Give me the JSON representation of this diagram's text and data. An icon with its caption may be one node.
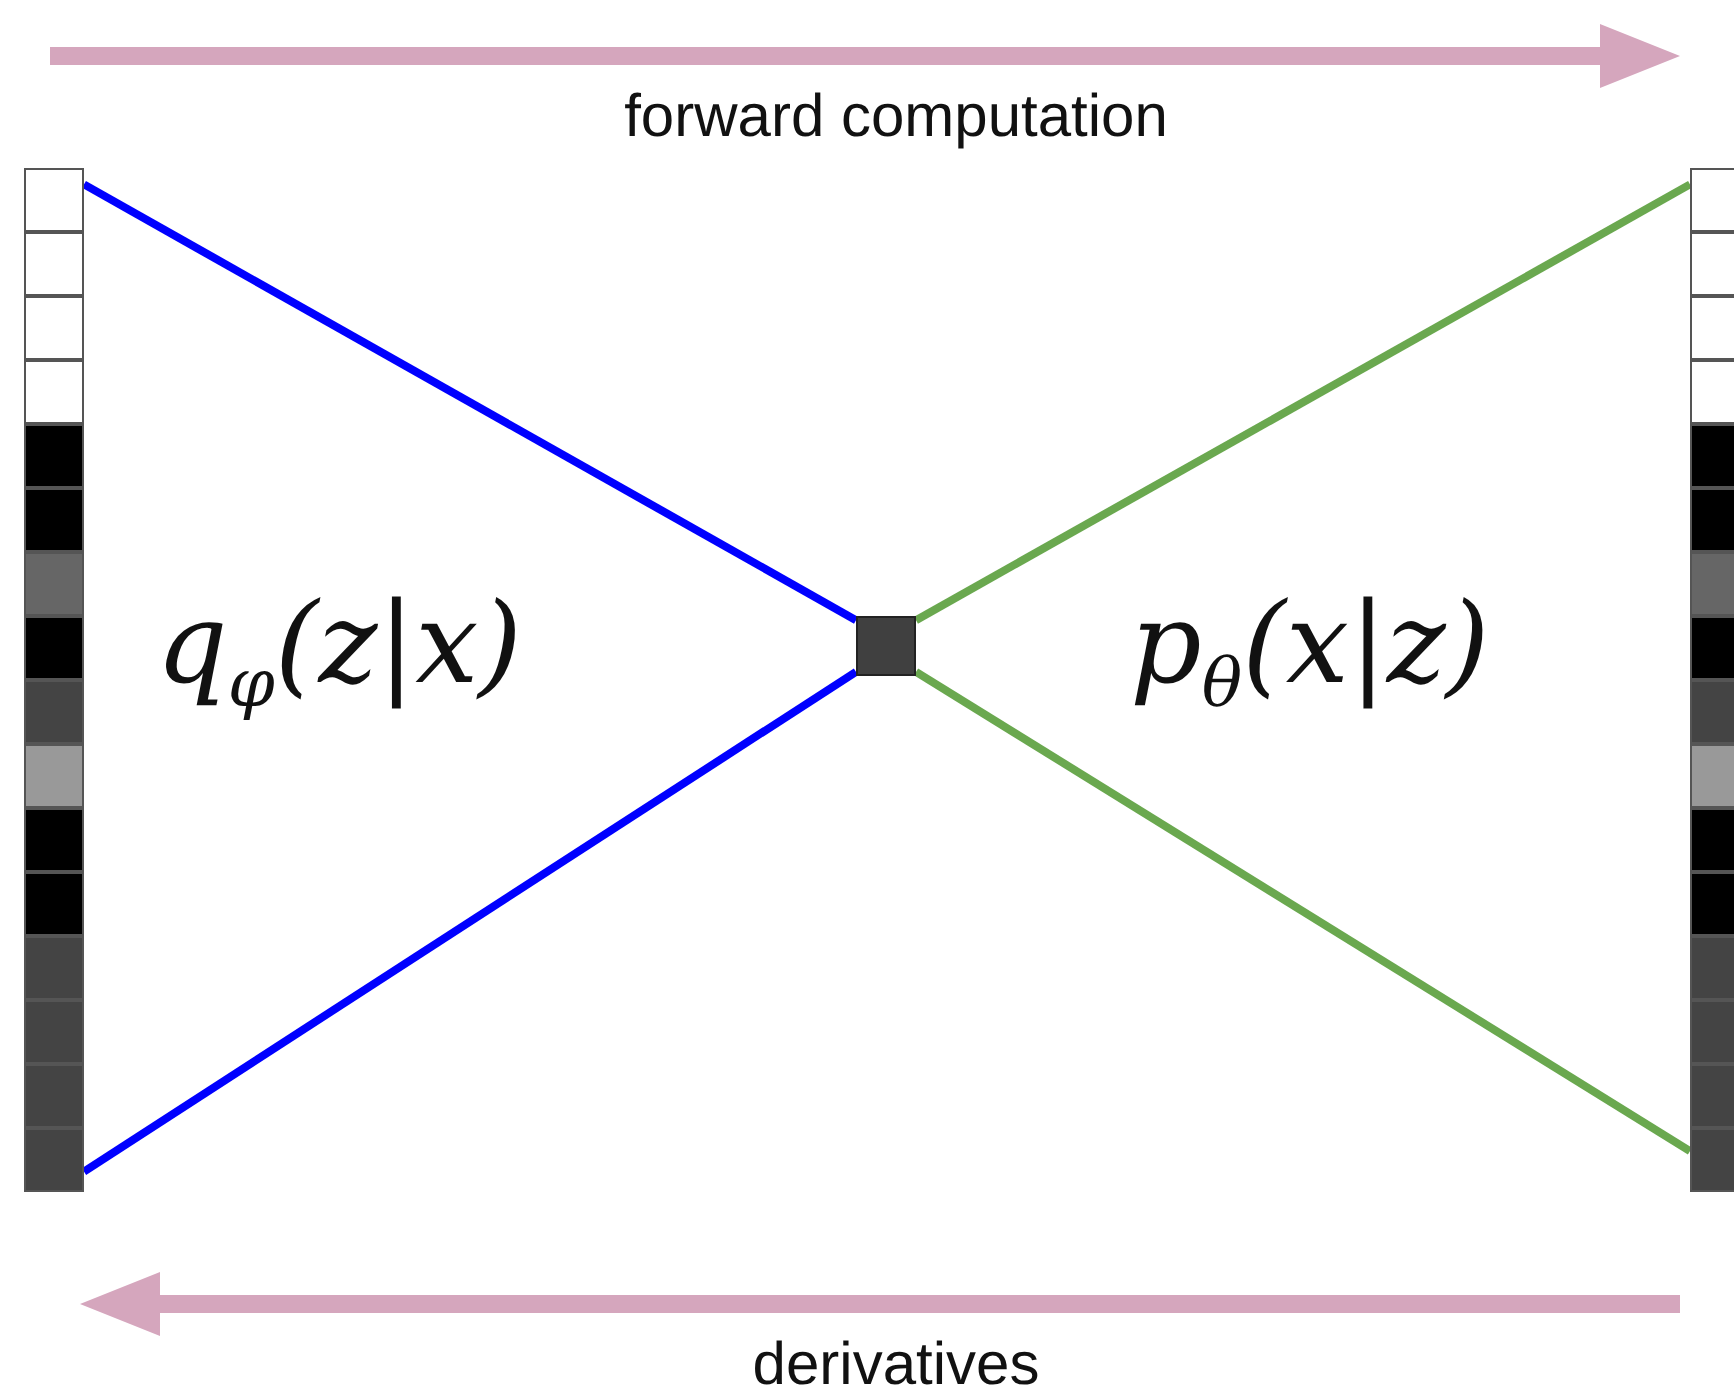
{
  "diagram": {
    "nodes": [
      {
        "text": [],
        "shape": "bar"
      },
      {
        "text": [],
        "shape": "box"
      },
      {
        "text": [],
        "shape": "bar"
      }
    ],
    "edges": [
      {
        "from": 0,
        "to": 1,
        "arrow": "none",
        "color": "#0000ff"
      },
      {
        "from": 0,
        "to": 1,
        "arrow": "none",
        "color": "#0000ff"
      },
      {
        "from": 1,
        "to": 2,
        "arrow": "none",
        "color": "#6aa84f"
      },
      {
        "from": 1,
        "to": 2,
        "arrow": "none",
        "color": "#6aa84f"
      }
    ],
    "labels": [
      "forward computation",
      "q$_{φ}$(z|x)",
      "p$_{θ}$(x|z)",
      "derivatives"
    ]
  }
}
